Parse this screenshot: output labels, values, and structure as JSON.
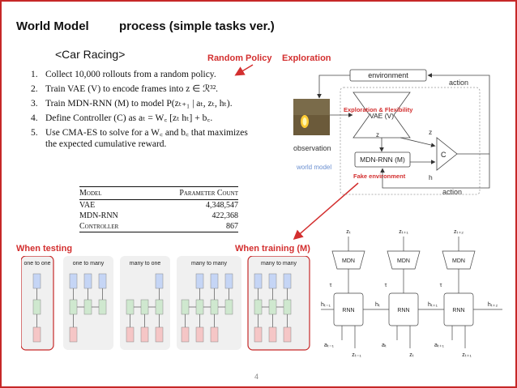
{
  "title": {
    "left": "World Model",
    "right": "process (simple tasks ver.)"
  },
  "subtitle": "<Car Racing>",
  "annotations": {
    "random_policy": "Random Policy",
    "exploration": "Exploration",
    "exploration_flexibility": "Exploration & Flexibility",
    "fake_environment": "Fake environment",
    "when_testing": "When testing",
    "when_training": "When training (M)"
  },
  "steps": [
    {
      "num": "1.",
      "text": "Collect 10,000 rollouts from a random policy."
    },
    {
      "num": "2.",
      "text": "Train VAE (V) to encode frames into z ∈ ℛ³²."
    },
    {
      "num": "3.",
      "text": "Train MDN-RNN (M) to model P(zₜ₊₁ | aₜ, zₜ, hₜ)."
    },
    {
      "num": "4.",
      "text": "Define Controller (C) as aₜ = W꜀ [zₜ hₜ] + b꜀."
    },
    {
      "num": "5.",
      "text": "Use CMA-ES to solve for a W꜀ and b꜀ that maximizes",
      "cont": "the expected cumulative reward."
    }
  ],
  "table": {
    "headers": [
      "Model",
      "Parameter Count"
    ],
    "rows": [
      [
        "VAE",
        "4,348,547"
      ],
      [
        "MDN-RNN",
        "422,368"
      ],
      [
        "Controller",
        "867"
      ]
    ]
  },
  "world_model": {
    "environment": "environment",
    "action_top": "action",
    "action_bottom": "action",
    "observation": "observation",
    "vae": "VAE (V)",
    "z_inner": "z",
    "z_outer": "z",
    "c": "C",
    "mdn_rnn": "MDN-RNN (M)",
    "h": "h",
    "world_model_label": "world model"
  },
  "rnn_types": [
    "one to one",
    "one to many",
    "many to one",
    "many to many",
    "many to many"
  ],
  "unrolled": {
    "z_top": [
      "zₜ",
      "zₜ₊₁",
      "zₜ₊₂"
    ],
    "mdn": [
      "MDN",
      "MDN",
      "MDN"
    ],
    "tau": [
      "τ",
      "τ",
      "τ"
    ],
    "h_in": [
      "hₜ₋₁",
      "hₜ",
      "hₜ₊₁",
      "hₜ₊₂"
    ],
    "rnn": [
      "RNN",
      "RNN",
      "RNN"
    ],
    "a_bottom": [
      "aₜ₋₁",
      "aₜ",
      "aₜ₊₁"
    ],
    "z_bottom": [
      "zₜ₋₁",
      "zₜ",
      "zₜ₊₁"
    ]
  },
  "page_number": "4",
  "colors": {
    "frame": "#c62828",
    "red_text": "#d32f2f",
    "output_blue": "#c5d5f5",
    "hidden_green": "#cfe8cf",
    "input_red": "#f5c6c6"
  }
}
